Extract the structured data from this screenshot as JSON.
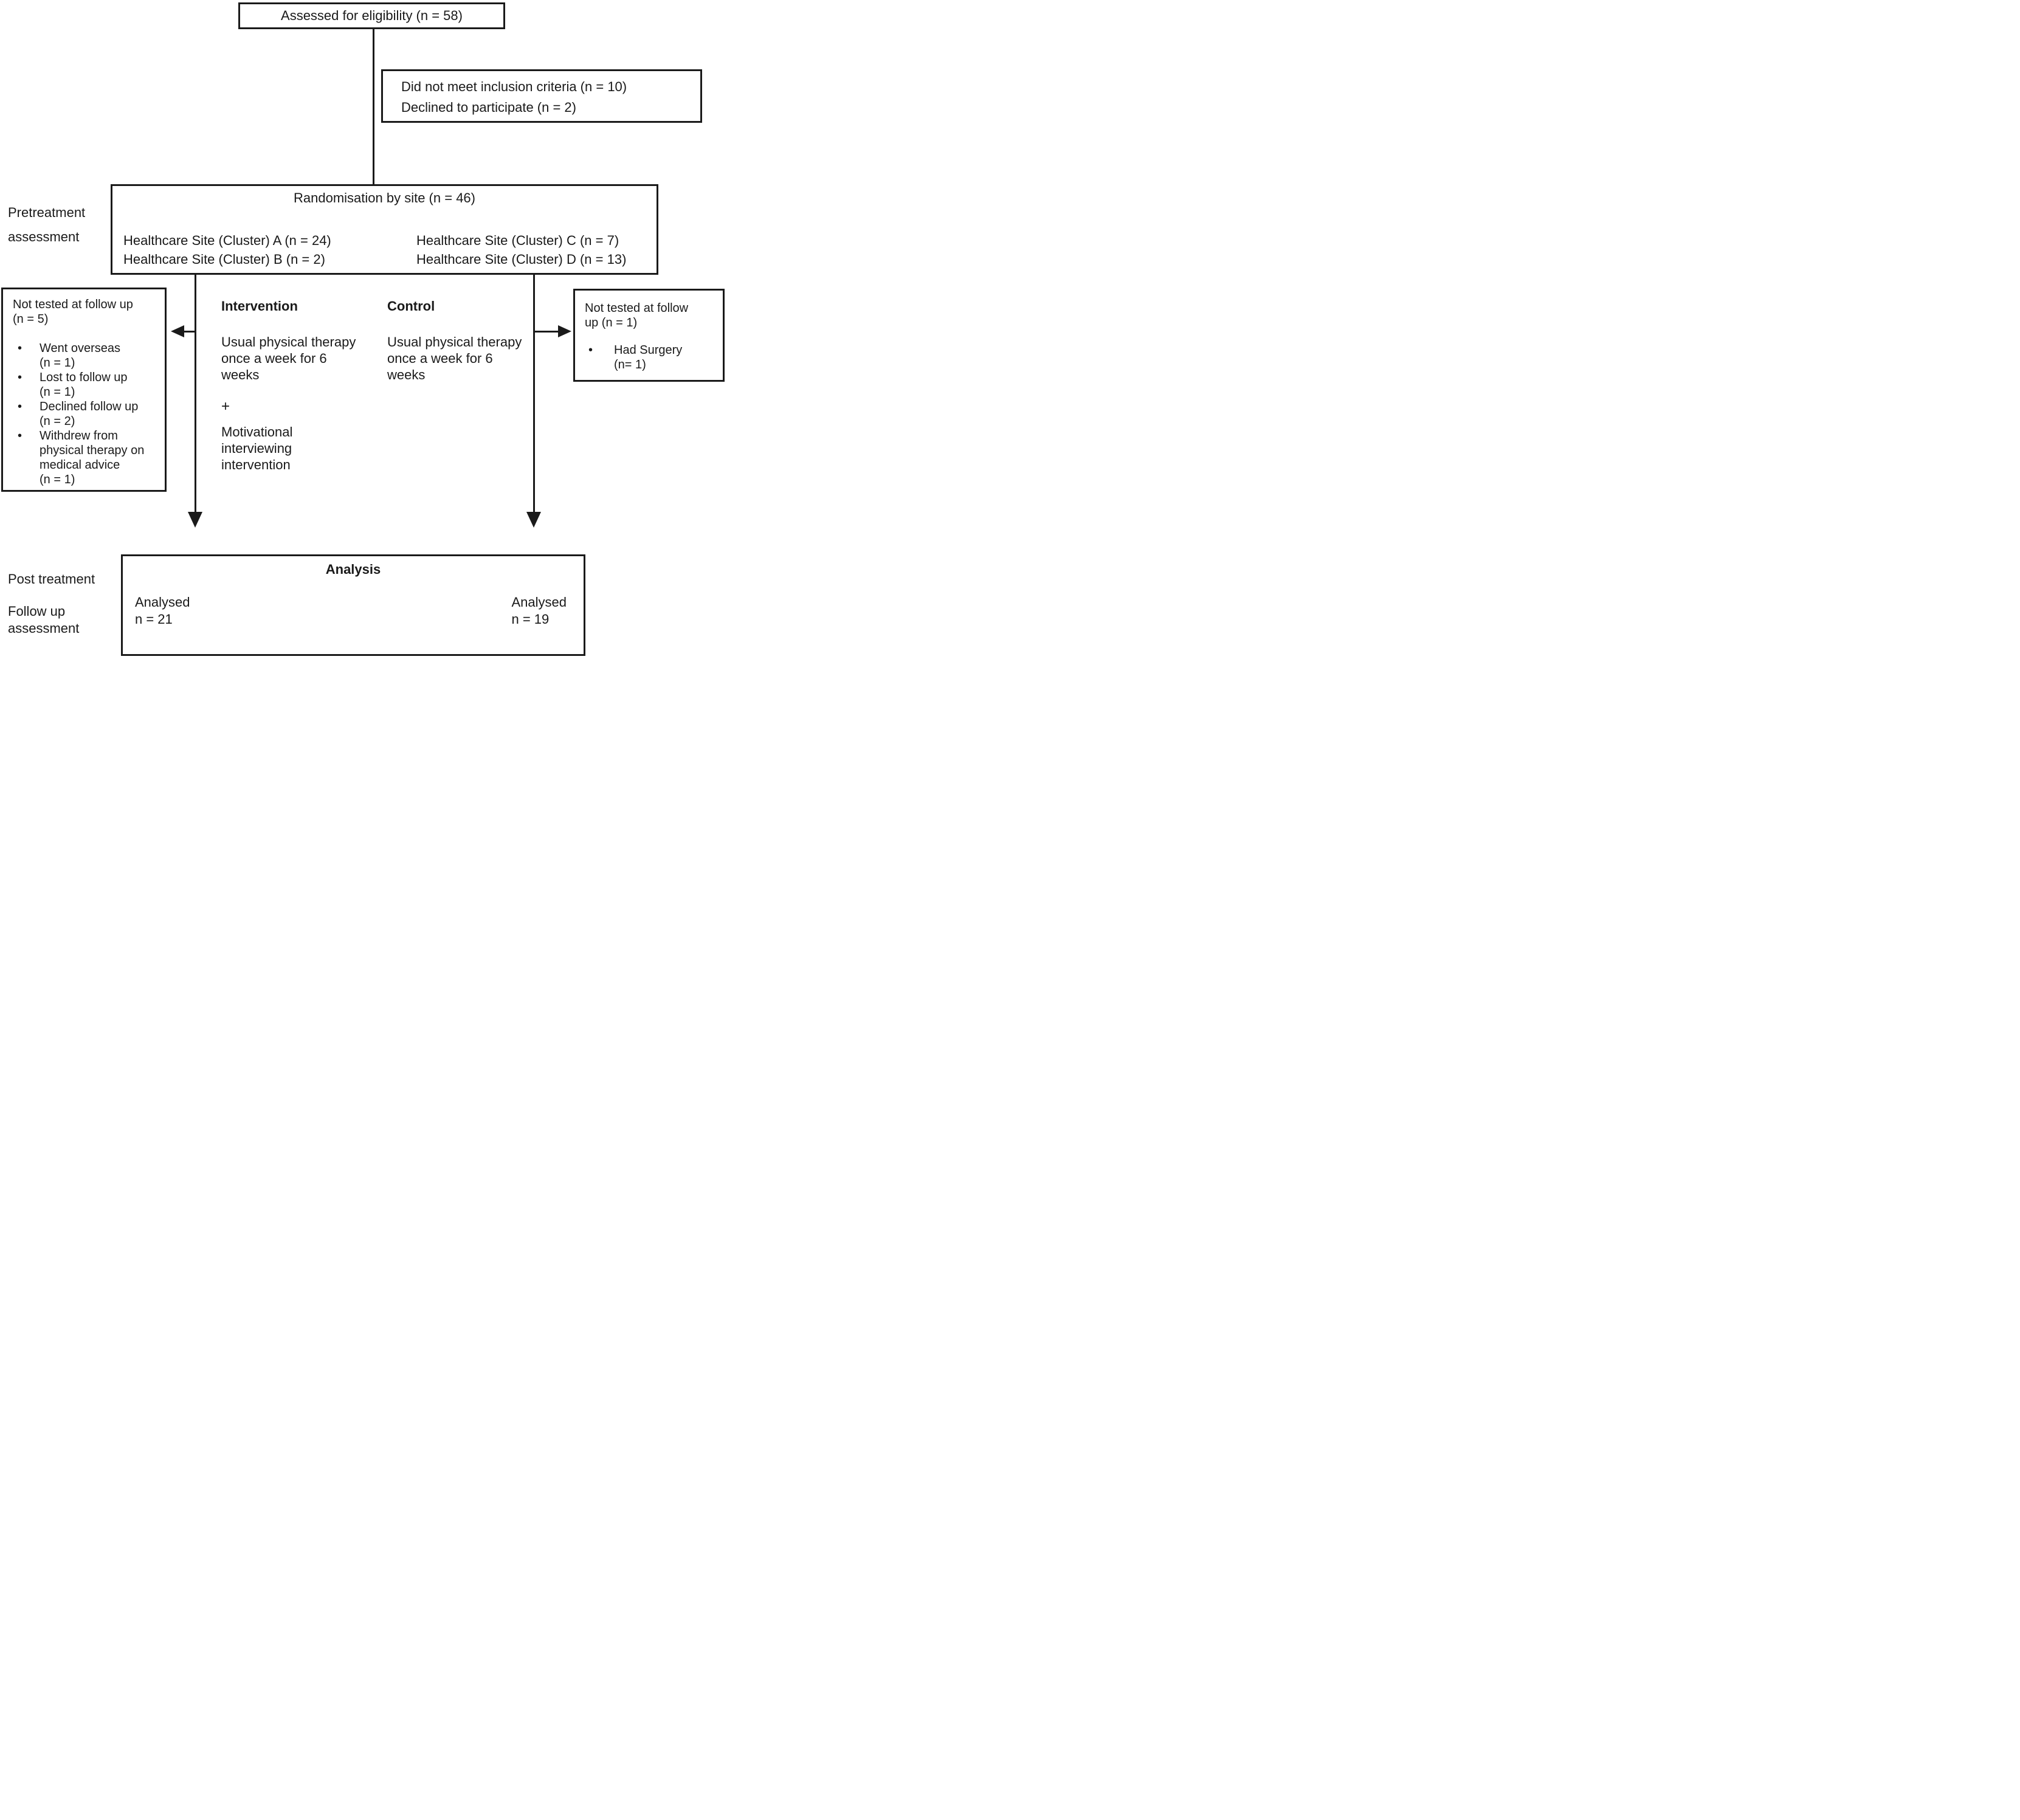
{
  "boxes": {
    "eligibility": {
      "text": "Assessed for eligibility (n = 58)"
    },
    "excluded": {
      "line1": "Did not meet inclusion criteria (n = 10)",
      "line2": "Declined to participate (n = 2)"
    },
    "randomisation": {
      "title": "Randomisation by site (n = 46)",
      "left_sites": "Healthcare Site (Cluster) A (n = 24)\nHealthcare Site (Cluster) B (n = 2)",
      "right_sites": "Healthcare Site (Cluster) C (n = 7)\nHealthcare Site (Cluster) D (n = 13)"
    },
    "not_tested_left": {
      "title": "Not tested at follow up\n(n = 5)",
      "bullet_char": "•",
      "bullets": [
        "Went overseas\n(n = 1)",
        "Lost to follow up\n(n = 1)",
        "Declined follow up\n (n = 2)",
        "Withdrew from\nphysical therapy on\nmedical advice\n(n = 1)"
      ]
    },
    "not_tested_right": {
      "title": "Not tested at follow\nup (n = 1)",
      "bullet_char": "•",
      "bullets": [
        "Had Surgery\n(n= 1)"
      ]
    },
    "analysis": {
      "title": "Analysis",
      "left_result": "Analysed\nn = 21",
      "right_result": "Analysed\nn = 19"
    }
  },
  "columns": {
    "intervention": {
      "header": "Intervention",
      "body": "Usual physical therapy\nonce a week for 6\nweeks",
      "plus": "+",
      "extra": "Motivational\ninterviewing\nintervention"
    },
    "control": {
      "header": "Control",
      "body": "Usual physical therapy\nonce a week for 6\nweeks"
    }
  },
  "side_labels": {
    "pretreatment": "Pretreatment\nassessment",
    "post_treatment": "Post treatment",
    "follow_up": "Follow up\nassessment"
  },
  "colors": {
    "line": "#1a1a1a",
    "background": "#ffffff",
    "text": "#1a1a1a"
  }
}
